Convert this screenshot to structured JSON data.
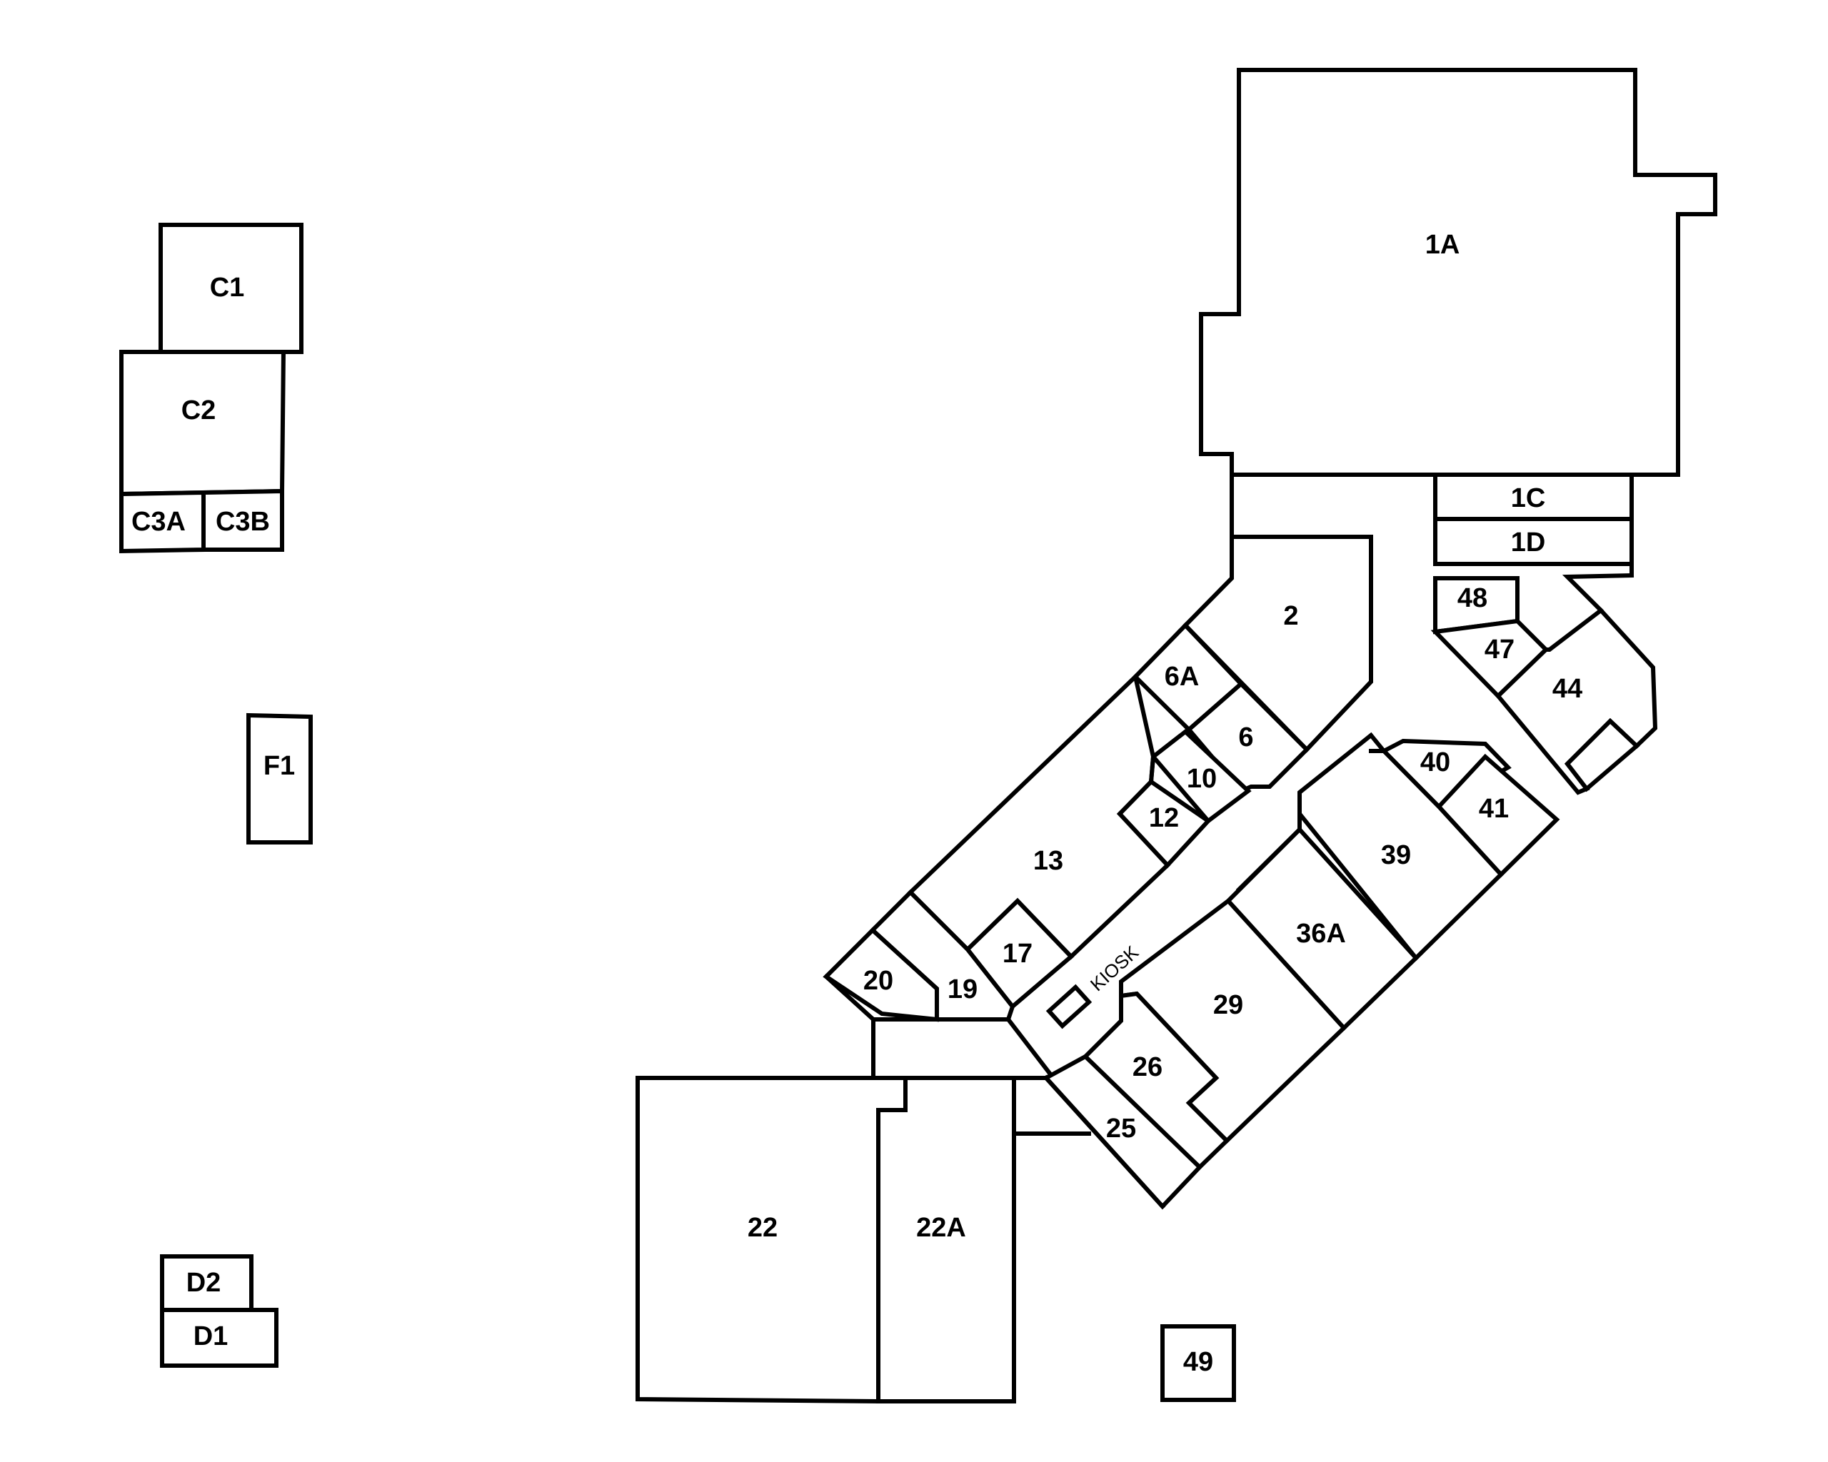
{
  "units": {
    "u1A": "1A",
    "u1C": "1C",
    "u1D": "1D",
    "u2": "2",
    "u6A": "6A",
    "u6": "6",
    "u10": "10",
    "u12": "12",
    "u13": "13",
    "u17": "17",
    "u19": "19",
    "u20": "20",
    "u22": "22",
    "u22A": "22A",
    "u25": "25",
    "u26": "26",
    "u29": "29",
    "u36A": "36A",
    "u39": "39",
    "u40": "40",
    "u41": "41",
    "u44": "44",
    "u47": "47",
    "u48": "48",
    "u49": "49",
    "uC1": "C1",
    "uC2": "C2",
    "uC3A": "C3A",
    "uC3B": "C3B",
    "uF1": "F1",
    "uD1": "D1",
    "uD2": "D2"
  },
  "kiosk": {
    "label": "KIOSK"
  },
  "colors": {
    "stroke": "#000000",
    "fill": "#ffffff"
  }
}
